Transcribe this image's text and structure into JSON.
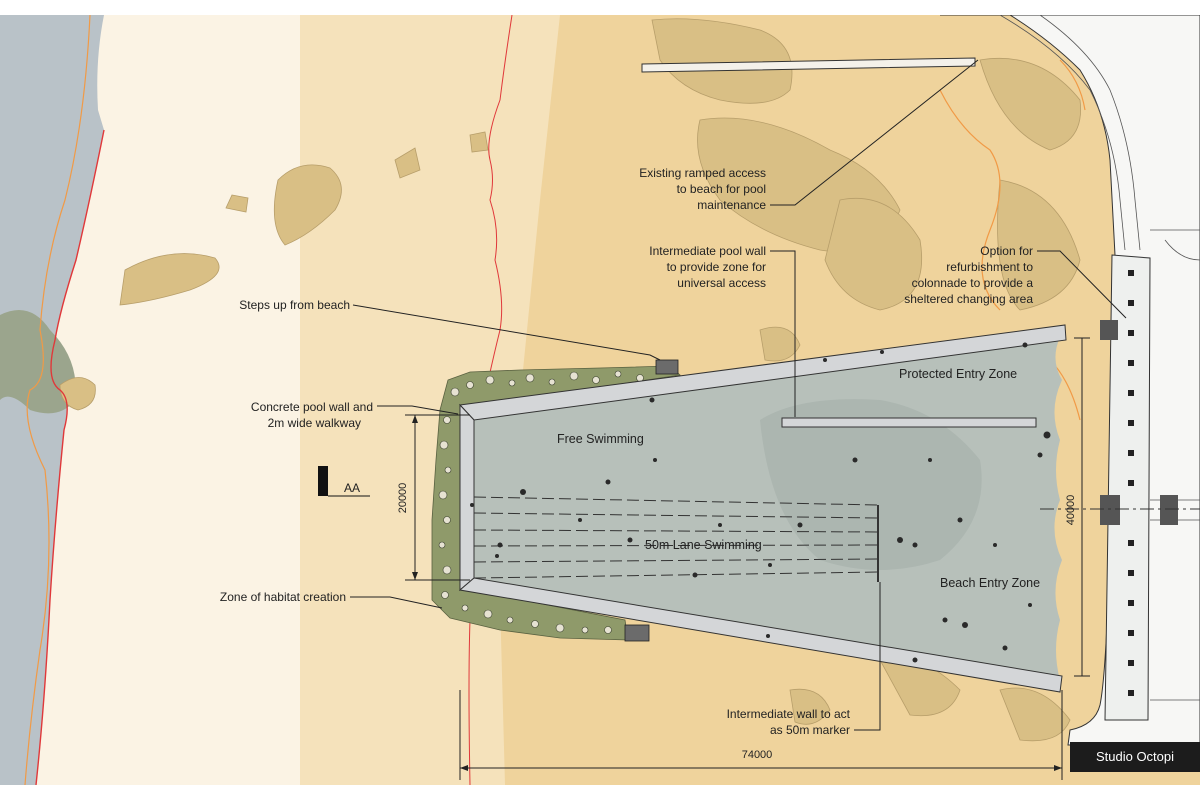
{
  "annotations": {
    "steps": "Steps up from beach",
    "concrete_wall": [
      "Concrete pool wall and",
      "2m wide walkway"
    ],
    "habitat": "Zone of habitat creation",
    "ramp": [
      "Existing ramped access",
      "to beach for pool",
      "maintenance"
    ],
    "intermediate_wall": [
      "Intermediate pool wall",
      "to provide zone for",
      "universal access"
    ],
    "colonnade": [
      "Option for",
      "refurbishment to",
      "colonnade to provide a",
      "sheltered changing area"
    ],
    "marker_wall": [
      "Intermediate wall to act",
      "as 50m marker"
    ]
  },
  "zones": {
    "free": "Free Swimming",
    "lanes": "50m Lane Swimming",
    "protected": "Protected Entry Zone",
    "beach": "Beach Entry Zone"
  },
  "dimensions": {
    "width": "20000",
    "length": "74000",
    "right": "40000"
  },
  "section_marker": "AA",
  "credit": "Studio Octopi",
  "colors": {
    "sea": "#b9c2c8",
    "sand_light": "#fbf3e4",
    "sand_mid": "#f3dfb4",
    "sand_dark": "#efd39c",
    "rock": "#d9bf85",
    "pool_water": "#b7c0ba",
    "pool_wall": "#d4d6d8",
    "mean_tide_line": "#e0383a",
    "contour": "#f19a46",
    "habitat": "#8f9a6a"
  }
}
